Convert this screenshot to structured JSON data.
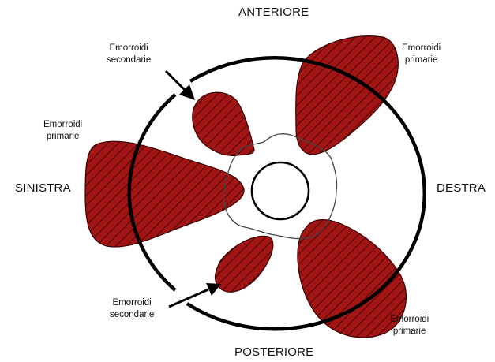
{
  "orientation": {
    "top": "ANTERIORE",
    "bottom": "POSTERIORE",
    "left": "SINISTRA",
    "right": "DESTRA"
  },
  "labels": {
    "secondary_top": {
      "line1": "Emorroidi",
      "line2": "secondarie"
    },
    "primary_top_right": {
      "line1": "Emorroidi",
      "line2": "primarie"
    },
    "primary_left": {
      "line1": "Emorroidi",
      "line2": "primarie"
    },
    "secondary_bottom": {
      "line1": "Emorroidi",
      "line2": "secondarie"
    },
    "primary_bottom_right": {
      "line1": "Emorroidi",
      "line2": "primarie"
    }
  },
  "colors": {
    "hemorrhoid_fill": "#a31414",
    "hatch": "#2b0606",
    "outline": "#000000",
    "inner_ring": "#444444"
  }
}
